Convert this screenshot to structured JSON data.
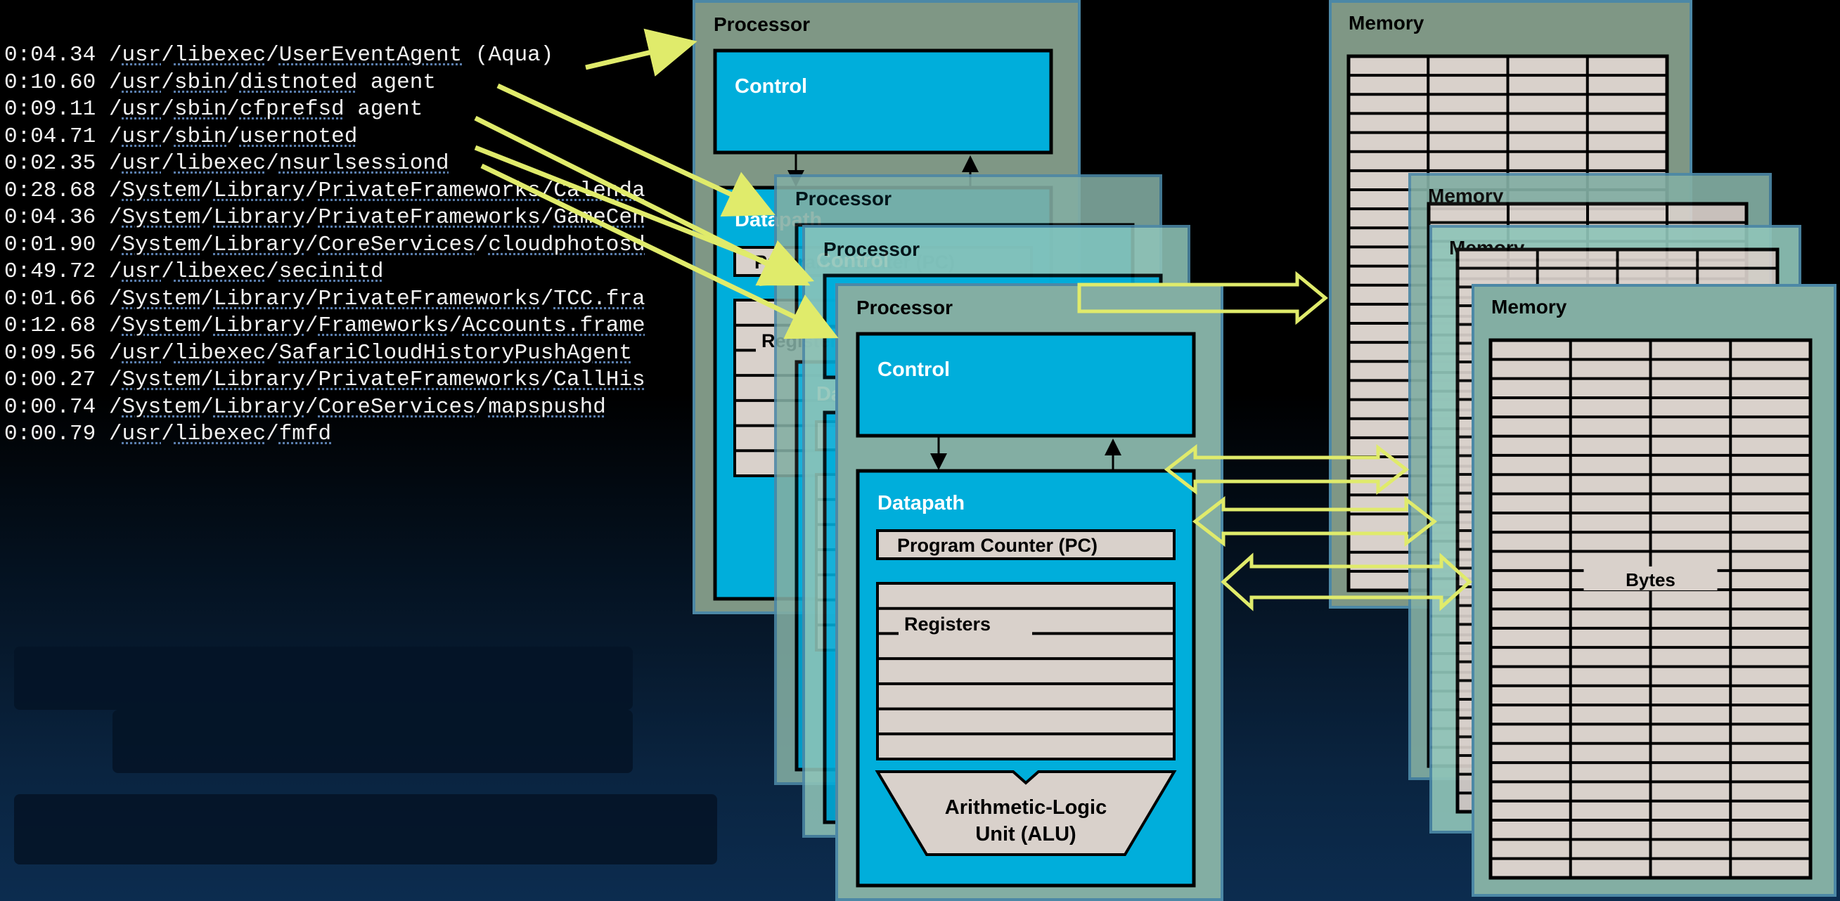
{
  "terminal": {
    "lines": [
      {
        "time": "0:04.34",
        "path": "/usr/libexec/UserEventAgent",
        "arg": " (Aqua)"
      },
      {
        "time": "0:10.60",
        "path": "/usr/sbin/distnoted",
        "arg": " agent"
      },
      {
        "time": "0:09.11",
        "path": "/usr/sbin/cfprefsd",
        "arg": " agent"
      },
      {
        "time": "0:04.71",
        "path": "/usr/sbin/usernoted",
        "arg": ""
      },
      {
        "time": "0:02.35",
        "path": "/usr/libexec/nsurlsessiond",
        "arg": ""
      },
      {
        "time": "0:28.68",
        "path": "/System/Library/PrivateFrameworks/Calenda",
        "arg": ""
      },
      {
        "time": "0:04.36",
        "path": "/System/Library/PrivateFrameworks/GameCen",
        "arg": ""
      },
      {
        "time": "0:01.90",
        "path": "/System/Library/CoreServices/cloudphotosd",
        "arg": ""
      },
      {
        "time": "0:49.72",
        "path": "/usr/libexec/secinitd",
        "arg": ""
      },
      {
        "time": "0:01.66",
        "path": "/System/Library/PrivateFrameworks/TCC.fra",
        "arg": ""
      },
      {
        "time": "0:12.68",
        "path": "/System/Library/Frameworks/Accounts.frame",
        "arg": ""
      },
      {
        "time": "0:09.56",
        "path": "/usr/libexec/SafariCloudHistoryPushAgent",
        "arg": ""
      },
      {
        "time": "0:00.27",
        "path": "/System/Library/PrivateFrameworks/CallHis",
        "arg": ""
      },
      {
        "time": "0:00.74",
        "path": "/System/Library/CoreServices/mapspushd",
        "arg": ""
      },
      {
        "time": "0:00.79",
        "path": "/usr/libexec/fmfd",
        "arg": ""
      }
    ]
  },
  "processor": {
    "title": "Processor",
    "control": "Control",
    "datapath": "Datapath",
    "pc": "Program Counter (PC)",
    "registers": "Registers",
    "alu_line1": "Arithmetic-Logic",
    "alu_line2": "Unit (ALU)"
  },
  "memory": {
    "title": "Memory",
    "bytes": "Bytes"
  },
  "colors": {
    "panel_back": "#7f9785",
    "panel_front": "#83aea3",
    "panel_mid": "#8fc4b8",
    "block": "#00aedb",
    "cell": "#d9d1cb",
    "arrow": "#e0eb6b",
    "border": "#4c88a6"
  }
}
